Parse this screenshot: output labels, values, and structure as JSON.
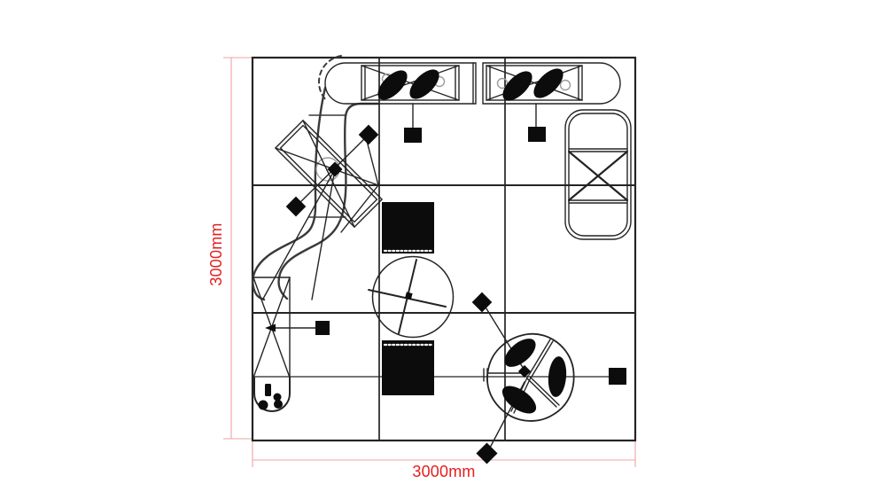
{
  "image": {
    "kind": "floor-plan-technical-drawing",
    "background": "#ffffff",
    "grid_layout": "3x3 modules"
  },
  "dimension_labels": {
    "left": "3000mm",
    "bottom": "3000mm"
  },
  "colors": {
    "ink": "#242424",
    "furniture_fill": "#0c0c0c",
    "dimension_line": "#f0a3a3",
    "dimension_text": "#e41e1e",
    "hint_gray": "#9b9b9b",
    "wall_gray": "#3a3a3a"
  },
  "furniture_legend": [
    "capsule-desk-with-chairs-icon",
    "office-chair-icon",
    "cup-icon",
    "monitor-stool-icon",
    "diamond-stool-icon",
    "folding-table-icon",
    "rotated-display-table-icon",
    "curved-partition-wall-icon",
    "black-cabinet-icon",
    "round-cross-table-icon",
    "organic-round-table-icon",
    "shelf-panel-icon",
    "plant-pot-icon"
  ]
}
